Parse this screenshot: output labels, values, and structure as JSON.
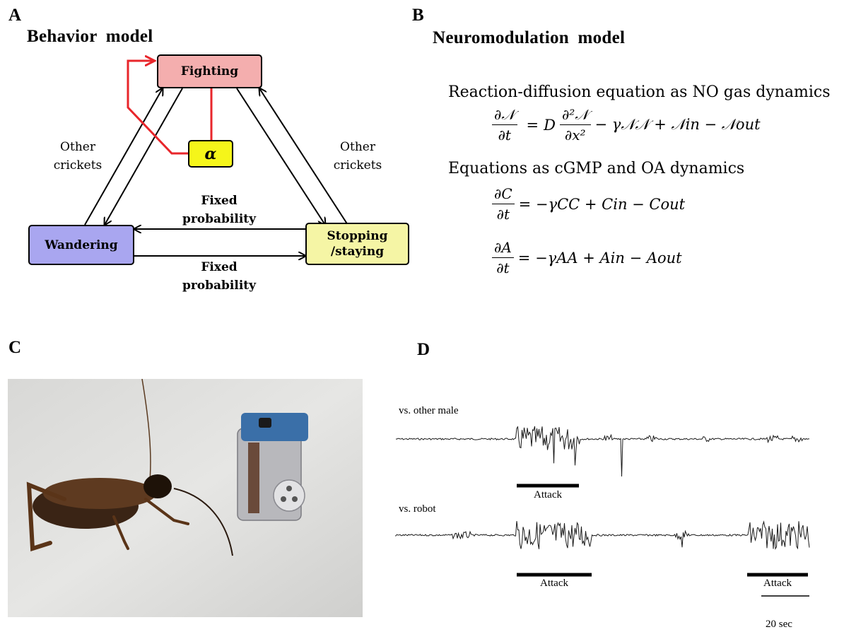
{
  "panels": {
    "a": {
      "letter": "A",
      "title": "Behavior model",
      "nodes": {
        "fighting": "Fighting",
        "alpha": "α",
        "wandering": "Wandering",
        "stopping": "Stopping\n/staying"
      },
      "edge_labels": {
        "left": "Other\ncrickets",
        "right": "Other\ncrickets",
        "top_middle": "Fixed\nprobability",
        "bottom_middle": "Fixed\nprobability"
      },
      "colors": {
        "fighting": "#f4aeae",
        "alpha": "#f5f51a",
        "wandering": "#a9a6f0",
        "stopping": "#f5f5a5",
        "feedback": "#e8262b"
      }
    },
    "b": {
      "letter": "B",
      "title": "Neuromodulation model",
      "heading1": "Reaction-diffusion equation as NO gas dynamics",
      "heading2": "Equations as cGMP and OA dynamics",
      "eq1": {
        "lhs_num": "∂𝒩",
        "lhs_den": "∂t",
        "eq": "=",
        "D": "D",
        "rhs_num": "∂²𝒩",
        "rhs_den": "∂x²",
        "rest": "− γ𝒩𝒩 + 𝒩in − 𝒩out"
      },
      "eq2": {
        "lhs_num": "∂C",
        "lhs_den": "∂t",
        "rest": "= −γCC + Cin − Cout"
      },
      "eq3": {
        "lhs_num": "∂A",
        "lhs_den": "∂t",
        "rest": "= −γAA + Ain − Aout"
      }
    },
    "c": {
      "letter": "C"
    },
    "d": {
      "letter": "D",
      "trace1_label": "vs. other male",
      "trace2_label": "vs. robot",
      "attack1": "Attack",
      "attack2": "Attack",
      "attack3": "Attack",
      "scale": "20 sec"
    }
  }
}
